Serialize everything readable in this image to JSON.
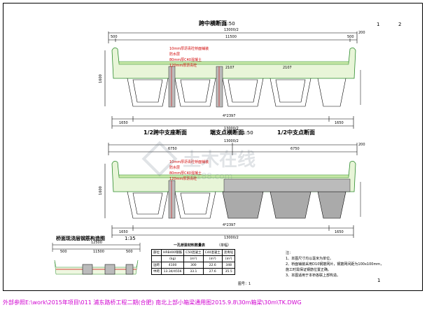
{
  "page_numbers": [
    "1",
    "2"
  ],
  "top_section": {
    "title": "跨中横断面",
    "scale": "1:50",
    "dim_total": "13000/2",
    "dim_left": "500",
    "dim_center": "11500",
    "dim_right": "500",
    "dim_side": "200",
    "dim_bottom_left": "1650",
    "dim_bottom_center": "4*2397",
    "dim_bottom_right": "1650",
    "dim_bottom_total": "13000/2",
    "height_label": "1600",
    "layer_labels": [
      "10mm厚沥青砼桥面铺装",
      "防水层",
      "80mm厚C40混凝土",
      "120mm厚沥青砼"
    ],
    "rebar_label_1": "2107",
    "rebar_label_2": "2107"
  },
  "bottom_section": {
    "left_title": "1/2跨中支座断面",
    "center_title": "端支点横断面",
    "scale": "1:50",
    "right_title": "1/2中支点断面",
    "dim_total": "13000/2",
    "dim_left": "6750",
    "dim_right": "6750",
    "dim_side": "200",
    "dim_bottom_left": "1650",
    "dim_bottom_center": "4*2397",
    "dim_bottom_right": "1650",
    "dim_bottom_total": "13000/2",
    "height_label": "1600",
    "layer_labels": [
      "10mm厚沥青砼桥面铺装",
      "防水层",
      "80mm厚C40混凝土",
      "120mm厚沥青砼"
    ]
  },
  "detail_section": {
    "title": "桥面现浇层钢筋构造图",
    "scale": "1:35",
    "dim_total": "12500",
    "dim_left": "500",
    "dim_center": "11500",
    "dim_right": "500"
  },
  "param_table": {
    "title": "一孔桥梁材料数量表",
    "unit": "（单幅）",
    "header": [
      "部位",
      "HRB400钢筋",
      "C50混凝土",
      "C40混凝土",
      "沥青砼"
    ],
    "subheader": [
      "",
      "(kg)",
      "(m³)",
      "(m³)",
      "(m²)"
    ],
    "rows": [
      [
        "边跨",
        "4100",
        "300",
        "22.6",
        "348"
      ],
      [
        "中跨",
        "13.34",
        "4556",
        "33.1",
        "27.6",
        "35.5"
      ]
    ]
  },
  "notes": {
    "title": "注：",
    "items": [
      "1、本图尺寸均以毫米为单位。",
      "2、桥面铺装采用D10钢筋网片，钢筋网间距为100x100mm，",
      "   施工时需保证钢筋位置正确。",
      "3、本图适用于本桥各联上部构造。"
    ]
  },
  "sheet_label": "图号：1",
  "page_bottom_number": "1",
  "footer_path": "外部参照E:\\work\\2015年项目\\011 浦东路桥工程二期(合肥) 南北上部小箱梁通用图2015.9.8\\30m箱梁\\30m\\TK.DWG",
  "watermark": "土木在线",
  "watermark_sub": "co188.com"
}
